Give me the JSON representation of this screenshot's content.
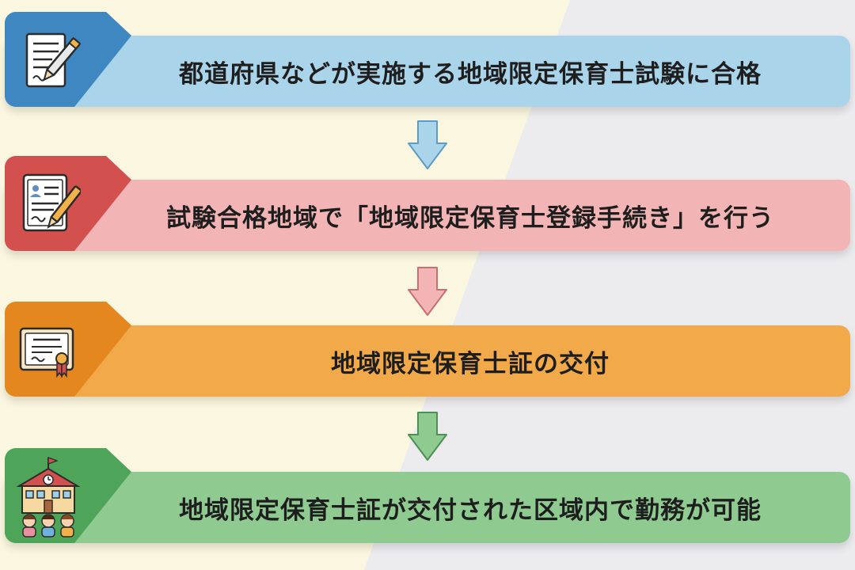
{
  "steps": [
    {
      "label": "都道府県などが実施する地域限定保育士試験に合格",
      "icon": "exam-paper-pen-icon",
      "bar_color": "#A9D4EA",
      "tab_color": "#3F87C0"
    },
    {
      "label": "試験合格地域で「地域限定保育士登録手続き」を行う",
      "icon": "registration-form-pen-icon",
      "bar_color": "#F2B4B4",
      "tab_color": "#D2514F"
    },
    {
      "label": "地域限定保育士証の交付",
      "icon": "certificate-icon",
      "bar_color": "#F2A94A",
      "tab_color": "#E4871E"
    },
    {
      "label": "地域限定保育士証が交付された区域内で勤務が可能",
      "icon": "nursery-school-children-icon",
      "bar_color": "#8FCB91",
      "tab_color": "#4EA458"
    }
  ],
  "arrows": [
    {
      "color": "#A9D4EA",
      "stroke": "#5E9CC2"
    },
    {
      "color": "#F2B4B4",
      "stroke": "#C86F6F"
    },
    {
      "color": "#8FCB91",
      "stroke": "#4E8F55"
    }
  ]
}
